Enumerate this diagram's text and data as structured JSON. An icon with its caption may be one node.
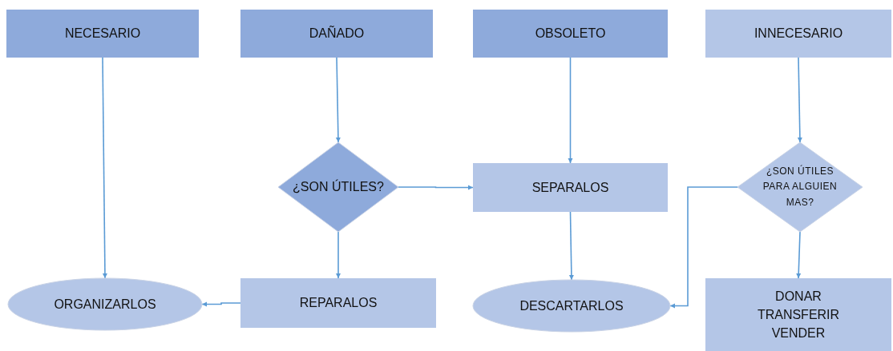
{
  "diagram": {
    "nodes": [
      {
        "text": [
          "NECESARIO"
        ]
      },
      {
        "text": [
          "DAÑADO"
        ]
      },
      {
        "text": [
          "OBSOLETO"
        ]
      },
      {
        "text": [
          "INNECESARIO"
        ]
      },
      {
        "text": [
          "¿SON ÚTILES?"
        ]
      },
      {
        "text": [
          "SEPARALOS"
        ]
      },
      {
        "text": [
          "¿SON ÚTILES PARA ALGUIEN MAS?"
        ]
      },
      {
        "text": [
          "ORGANIZARLOS"
        ]
      },
      {
        "text": [
          "REPARALOS"
        ]
      },
      {
        "text": [
          "DESCARTARLOS"
        ]
      },
      {
        "text": [
          "DONAR TRANSFERIR VENDER"
        ]
      }
    ],
    "edges": [
      {
        "from": 0,
        "to": 7,
        "arrow": "to"
      },
      {
        "from": 1,
        "to": 4,
        "arrow": "to"
      },
      {
        "from": 2,
        "to": 5,
        "arrow": "to"
      },
      {
        "from": 3,
        "to": 6,
        "arrow": "to"
      },
      {
        "from": 4,
        "to": 5,
        "arrow": "to"
      },
      {
        "from": 4,
        "to": 8,
        "arrow": "to"
      },
      {
        "from": 5,
        "to": 9,
        "arrow": "to"
      },
      {
        "from": 6,
        "to": 9,
        "arrow": "to"
      },
      {
        "from": 6,
        "to": 10,
        "arrow": "to"
      },
      {
        "from": 8,
        "to": 7,
        "arrow": "to"
      }
    ]
  }
}
